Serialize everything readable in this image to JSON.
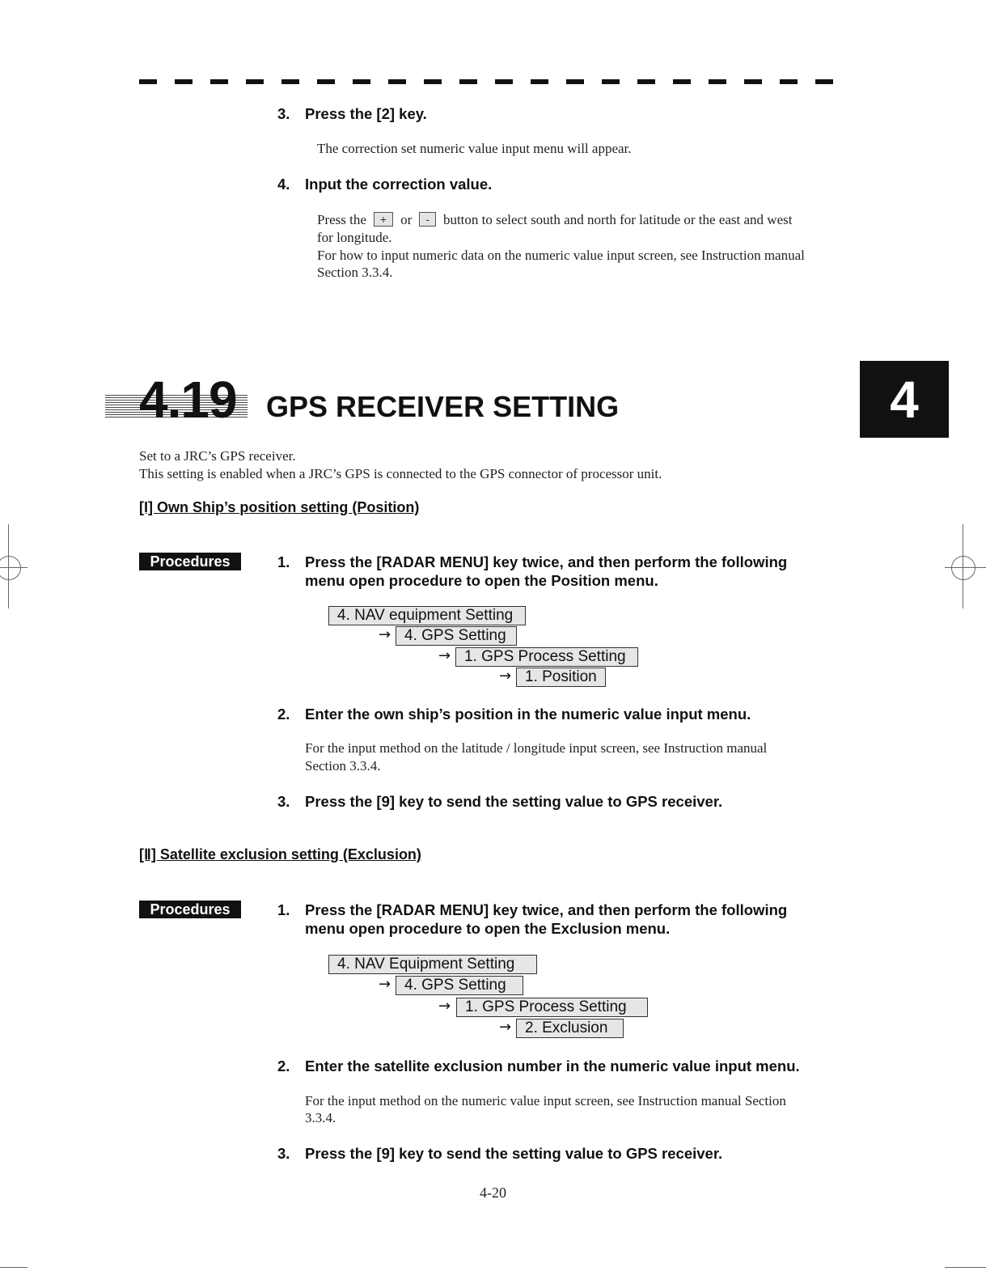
{
  "top_steps": {
    "step3_num": "3.",
    "step3_text": "Press the [2] key.",
    "step3_body": "The correction set numeric value input menu will appear.",
    "step4_num": "4.",
    "step4_text": "Input the correction value.",
    "step4_body_pre": "Press the",
    "plus_button": "+",
    "or_word": "or",
    "minus_button": "-",
    "step4_body_post": "button to select south and north for latitude or the east and west",
    "step4_body_line2": "for longitude.",
    "step4_body_line3": "For how to input numeric data on the numeric value input screen, see Instruction manual",
    "step4_body_line4": "Section 3.3.4."
  },
  "section": {
    "number": "4.19",
    "title": "GPS RECEIVER SETTING",
    "chapter_tab": "4",
    "intro_line1": "Set to a JRC’s GPS receiver.",
    "intro_line2": "This setting is enabled when a JRC’s GPS is connected to the GPS connector of processor unit."
  },
  "part1": {
    "heading": "[I] Own Ship’s position setting (Position)",
    "procedures_label": "Procedures",
    "step1_num": "1.",
    "step1_line1": "Press the [RADAR MENU] key twice, and then perform the following",
    "step1_line2": "menu open procedure to open the Position menu.",
    "menu": [
      "4. NAV equipment Setting",
      "4. GPS Setting",
      "1. GPS Process Setting",
      "1. Position"
    ],
    "arrow": "→",
    "step2_num": "2.",
    "step2_text": "Enter the own ship’s position in the numeric value input menu.",
    "step2_body1": "For the input method on the latitude / longitude input screen, see Instruction manual",
    "step2_body2": "Section 3.3.4.",
    "step3_num": "3.",
    "step3_text": "Press the [9] key to send the setting value to GPS receiver."
  },
  "part2": {
    "heading": "[Ⅱ] Satellite exclusion setting (Exclusion)",
    "procedures_label": "Procedures",
    "step1_num": "1.",
    "step1_line1": "Press the [RADAR MENU] key twice, and then perform the following",
    "step1_line2": "menu open procedure to open the Exclusion menu.",
    "menu": [
      "4. NAV Equipment Setting",
      "4. GPS Setting",
      "1. GPS Process Setting",
      "2. Exclusion"
    ],
    "arrow": "→",
    "step2_num": "2.",
    "step2_text": "Enter the satellite exclusion number in the numeric value input menu.",
    "step2_body1": "For the input method on the numeric value input screen, see Instruction manual Section",
    "step2_body2": "3.3.4.",
    "step3_num": "3.",
    "step3_text": "Press the [9] key to send the setting value to GPS receiver."
  },
  "page_number": "4-20"
}
